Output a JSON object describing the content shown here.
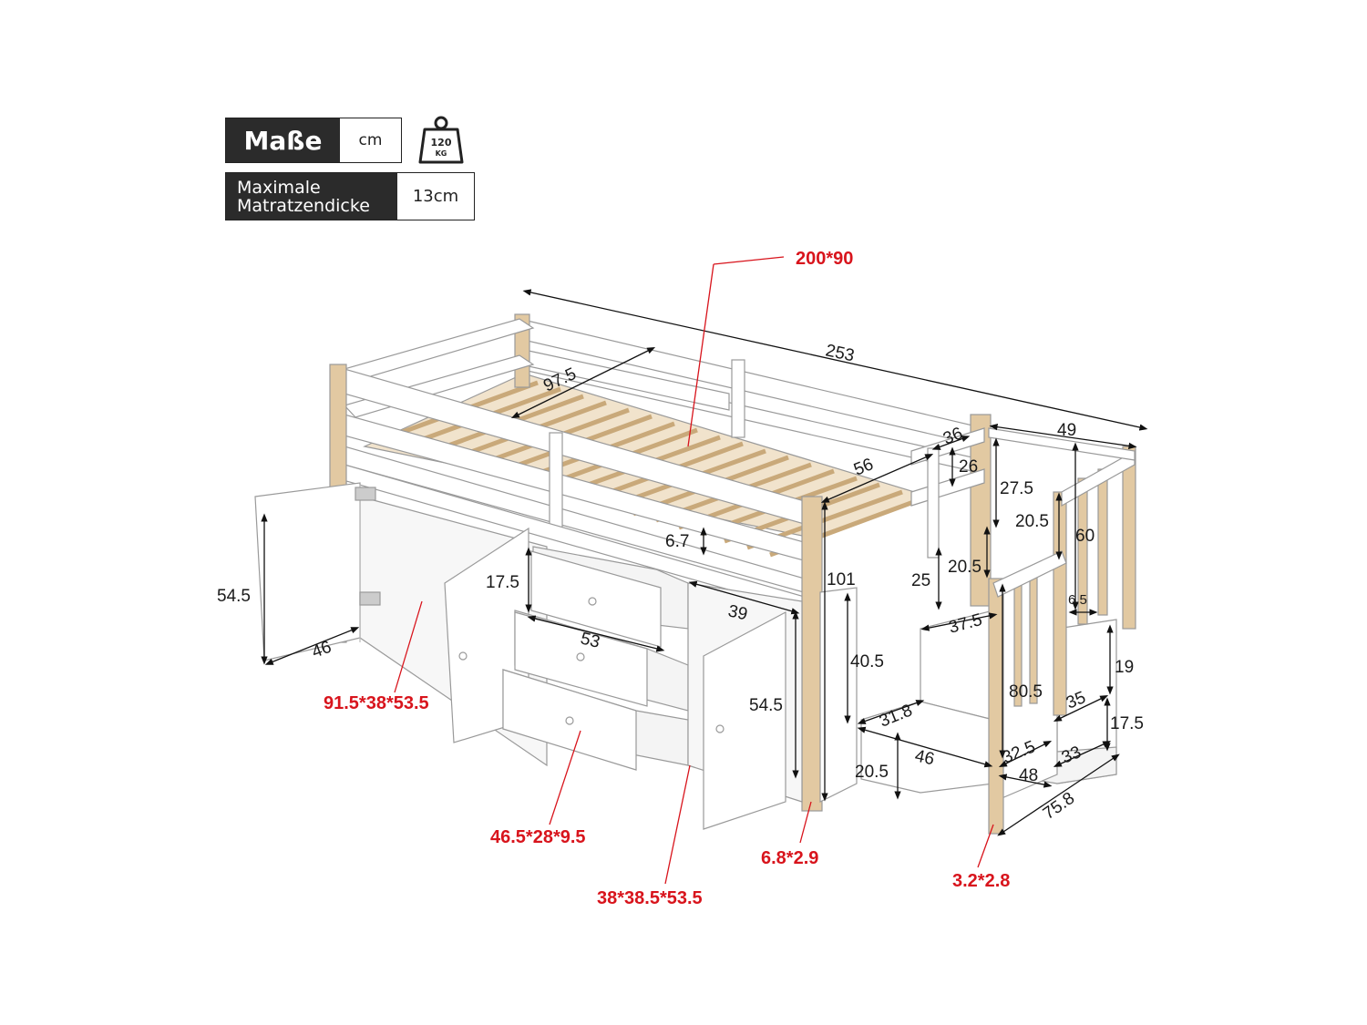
{
  "header": {
    "title": "Maße",
    "unit": "cm",
    "weight_icon": "weight-icon",
    "weight_line1": "120",
    "weight_line2": "KG",
    "mattress_label_line1": "Maximale",
    "mattress_label_line2": "Matratzendicke",
    "mattress_value": "13cm"
  },
  "dimensions": {
    "total_length": "253",
    "bed_width": "97.5",
    "guard_length": "56",
    "guard_gap": "36",
    "guard_height": "26",
    "stair_depth": "49",
    "rail_height": "27.5",
    "stair_rail_upper": "20.5",
    "stair_rail_total": "60",
    "stair_step_lower": "20.5",
    "step_height_25": "25",
    "post_gap": "6.5",
    "slat_gap": "6.7",
    "bed_height": "101",
    "cabinet_height_left": "54.5",
    "cabinet_depth_left": "46",
    "drawer_height": "17.5",
    "drawer_width": "53",
    "cabinet_depth_right": "39",
    "under_height": "40.5",
    "cabinet_height_right": "54.5",
    "step_depth_top": "37.5",
    "step_width_mid": "31.8",
    "step_width_bottom": "46",
    "step_height_bottom": "20.5",
    "stair_height": "80.5",
    "shelf_width": "35",
    "shelf_height_upper": "19",
    "shelf_height_lower": "17.5",
    "shelf_depth": "32.5",
    "shelf_width_lower": "33",
    "stair_base": "48",
    "stair_length": "75.8"
  },
  "callouts": {
    "mattress": "200*90",
    "left_cabinet": "91.5*38*53.5",
    "drawer": "46.5*28*9.5",
    "right_cabinet": "38*38.5*53.5",
    "post": "6.8*2.9",
    "stair_post": "3.2*2.8"
  },
  "colors": {
    "wood": "#e2c9a2",
    "frame": "#ffffff",
    "outline": "#9a9a9a",
    "callout": "#d8141c"
  }
}
